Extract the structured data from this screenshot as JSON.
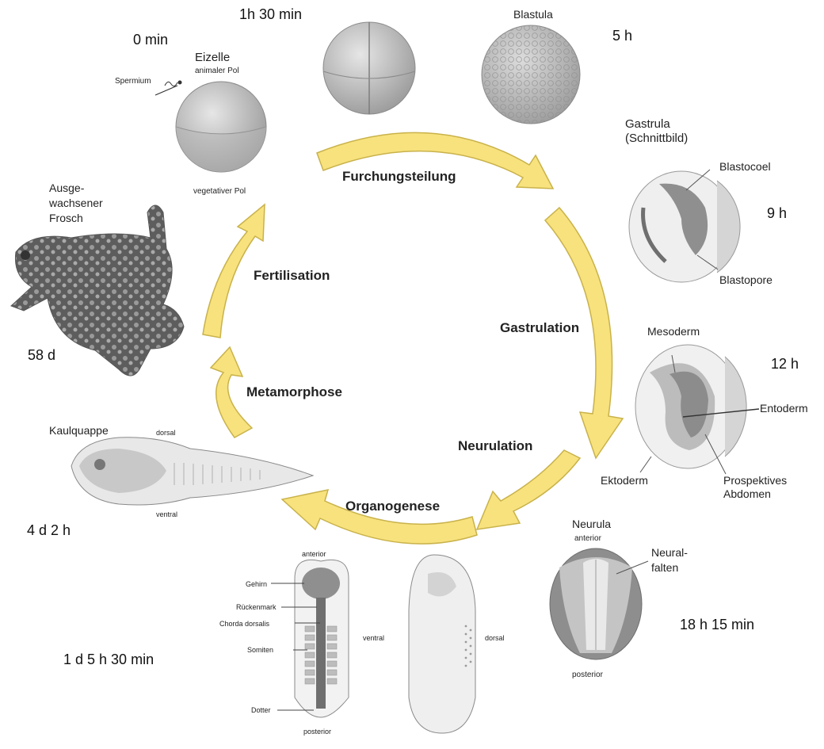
{
  "times": {
    "egg": "0 min",
    "two_cell": "1h 30 min",
    "blastula": "5 h",
    "gastrula": "9 h",
    "mesoderm_stage": "12 h",
    "neurula": "18 h 15 min",
    "embryo": "1 d  5 h 30 min",
    "tadpole": "4 d 2 h",
    "frog": "58 d"
  },
  "stages": {
    "egg": "Eizelle",
    "egg_animal_pole": "animaler Pol",
    "egg_vegetal_pole": "vegetativer Pol",
    "sperm": "Spermium",
    "blastula": "Blastula",
    "gastrula_line1": "Gastrula",
    "gastrula_line2": "(Schnittbild)",
    "blastocoel": "Blastocoel",
    "blastopore": "Blastopore",
    "mesoderm": "Mesoderm",
    "entoderm": "Entoderm",
    "ektoderm": "Ektoderm",
    "abdomen_line1": "Prospektives",
    "abdomen_line2": "Abdomen",
    "neurula": "Neurula",
    "neurula_anterior": "anterior",
    "neurula_posterior": "posterior",
    "neural_folds_line1": "Neural-",
    "neural_folds_line2": "falten",
    "embryo_anterior": "anterior",
    "embryo_posterior": "posterior",
    "embryo_ventral": "ventral",
    "embryo_dorsal": "dorsal",
    "brain": "Gehirn",
    "spinal_cord": "Rückenmark",
    "notochord": "Chorda dorsalis",
    "somites": "Somiten",
    "yolk": "Dotter",
    "tadpole": "Kaulquappe",
    "tadpole_dorsal": "dorsal",
    "tadpole_ventral": "ventral",
    "frog_line1": "Ausge-",
    "frog_line2": "wachsener",
    "frog_line3": "Frosch"
  },
  "processes": {
    "cleavage": "Furchungsteilung",
    "gastrulation": "Gastrulation",
    "neurulation": "Neurulation",
    "organogenesis": "Organogenese",
    "metamorphosis": "Metamorphose",
    "fertilisation": "Fertilisation"
  },
  "colors": {
    "arrow_fill": "#f7e27e",
    "arrow_stroke": "#c9b24a",
    "gray_light": "#e3e3e3",
    "gray_mid": "#bdbdbd",
    "gray_dark": "#7d7d7d"
  }
}
